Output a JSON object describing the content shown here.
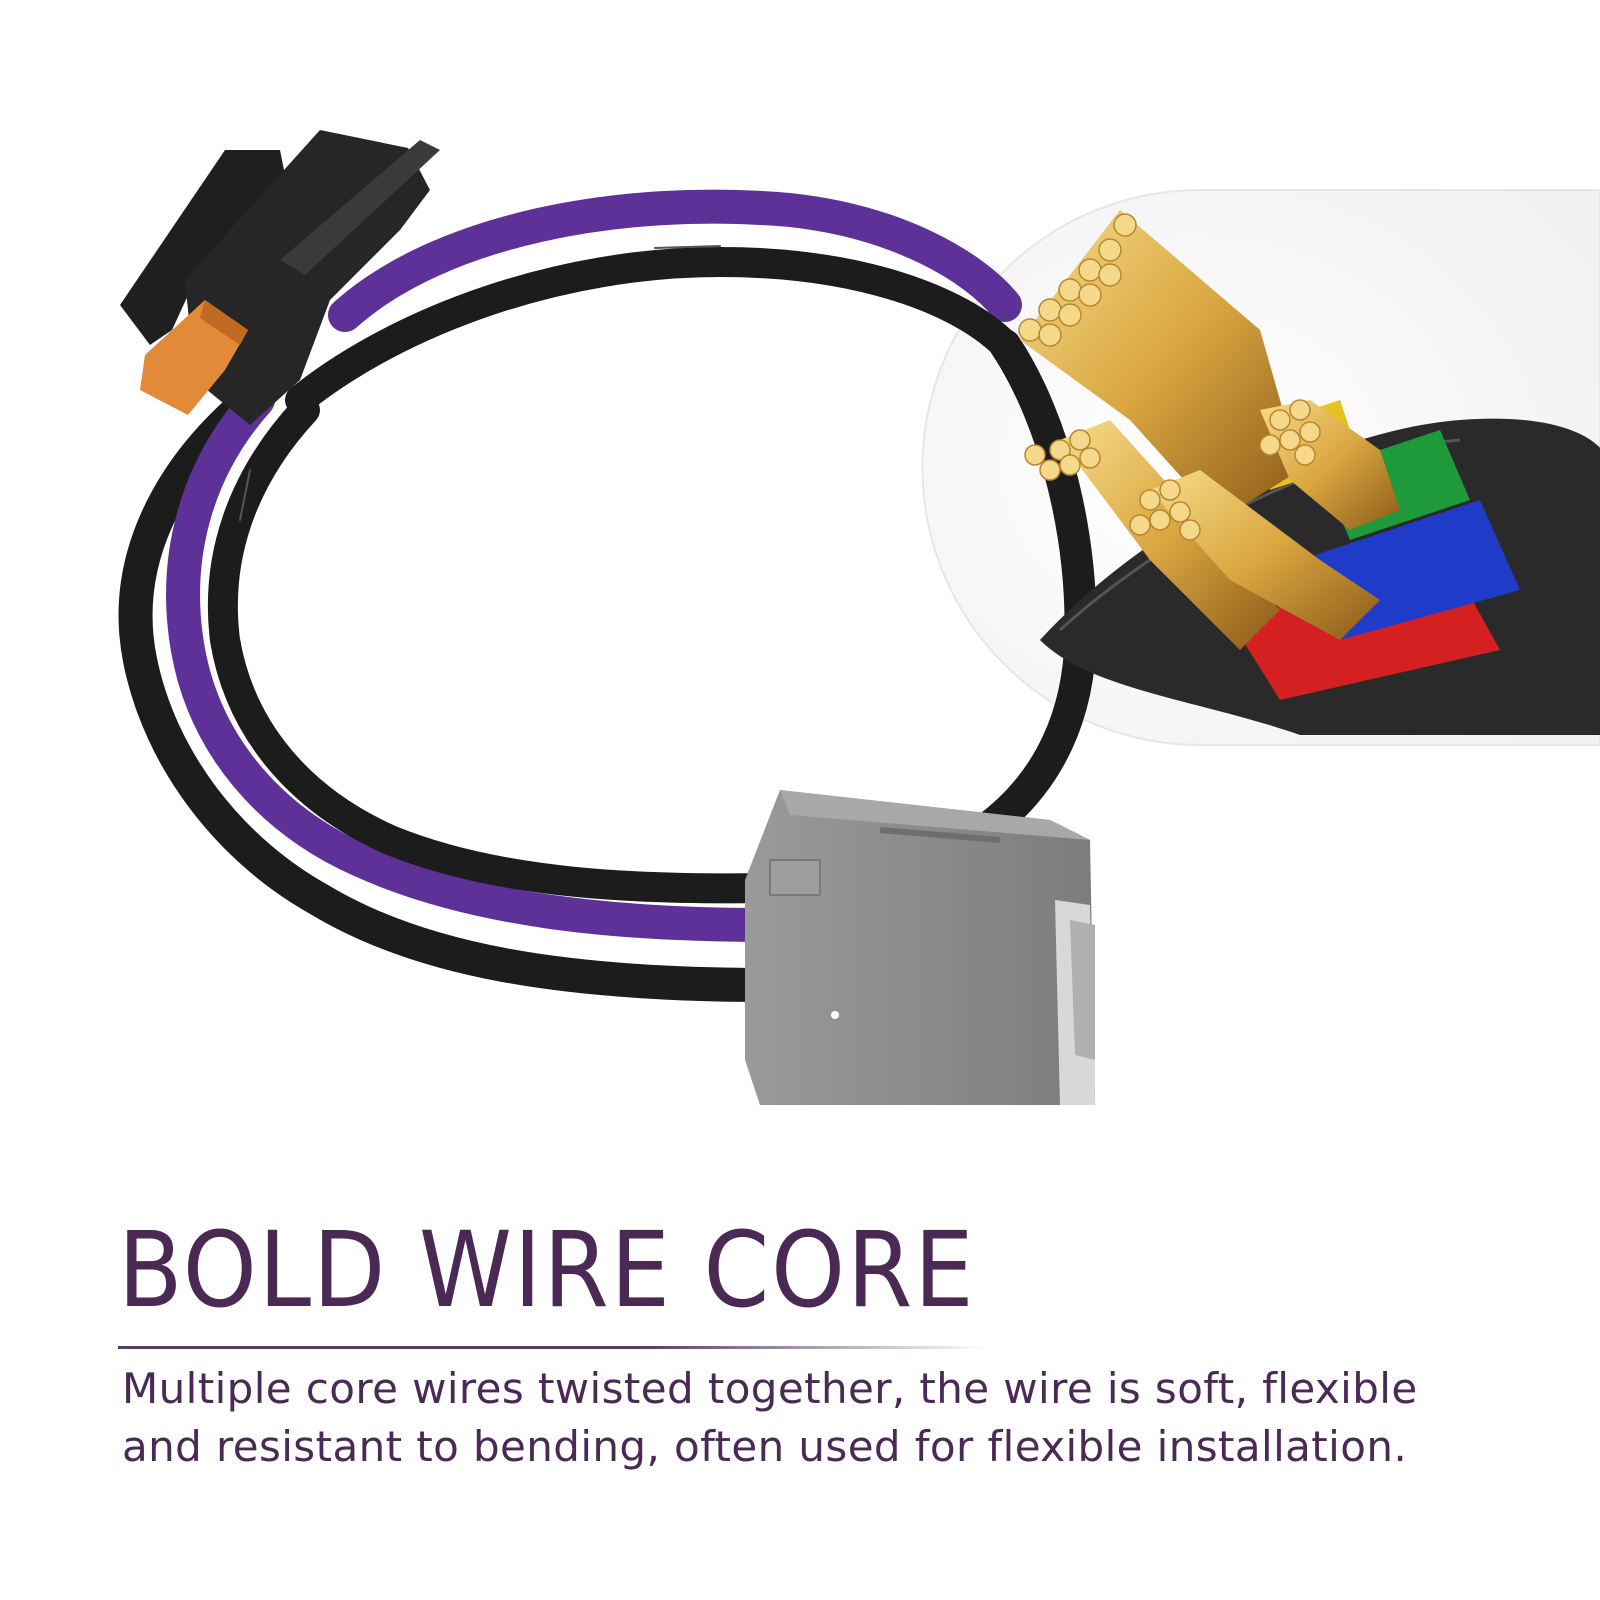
{
  "headline": "BOLD WIRE CORE",
  "description_lines": [
    "Multiple core wires twisted together, the wire is soft, flexible",
    "and resistant to bending, often used for flexible installation."
  ],
  "colors": {
    "text": "#4a2a55",
    "underline": "#5a3a66",
    "wire_purple": "#5e3199",
    "wire_black": "#1c1c1c",
    "connector_black": "#1f1f1f",
    "connector_orange": "#e08a3a",
    "connector_gray": "#8a8a8a",
    "copper": "#d9a640",
    "insulation_red": "#d42020",
    "insulation_blue": "#1e3cc8",
    "insulation_green": "#1f9a3a",
    "insulation_yellow": "#e8c020"
  },
  "icons": {
    "product": "wiring-harness-illustration",
    "inset": "stranded-copper-core-closeup"
  }
}
